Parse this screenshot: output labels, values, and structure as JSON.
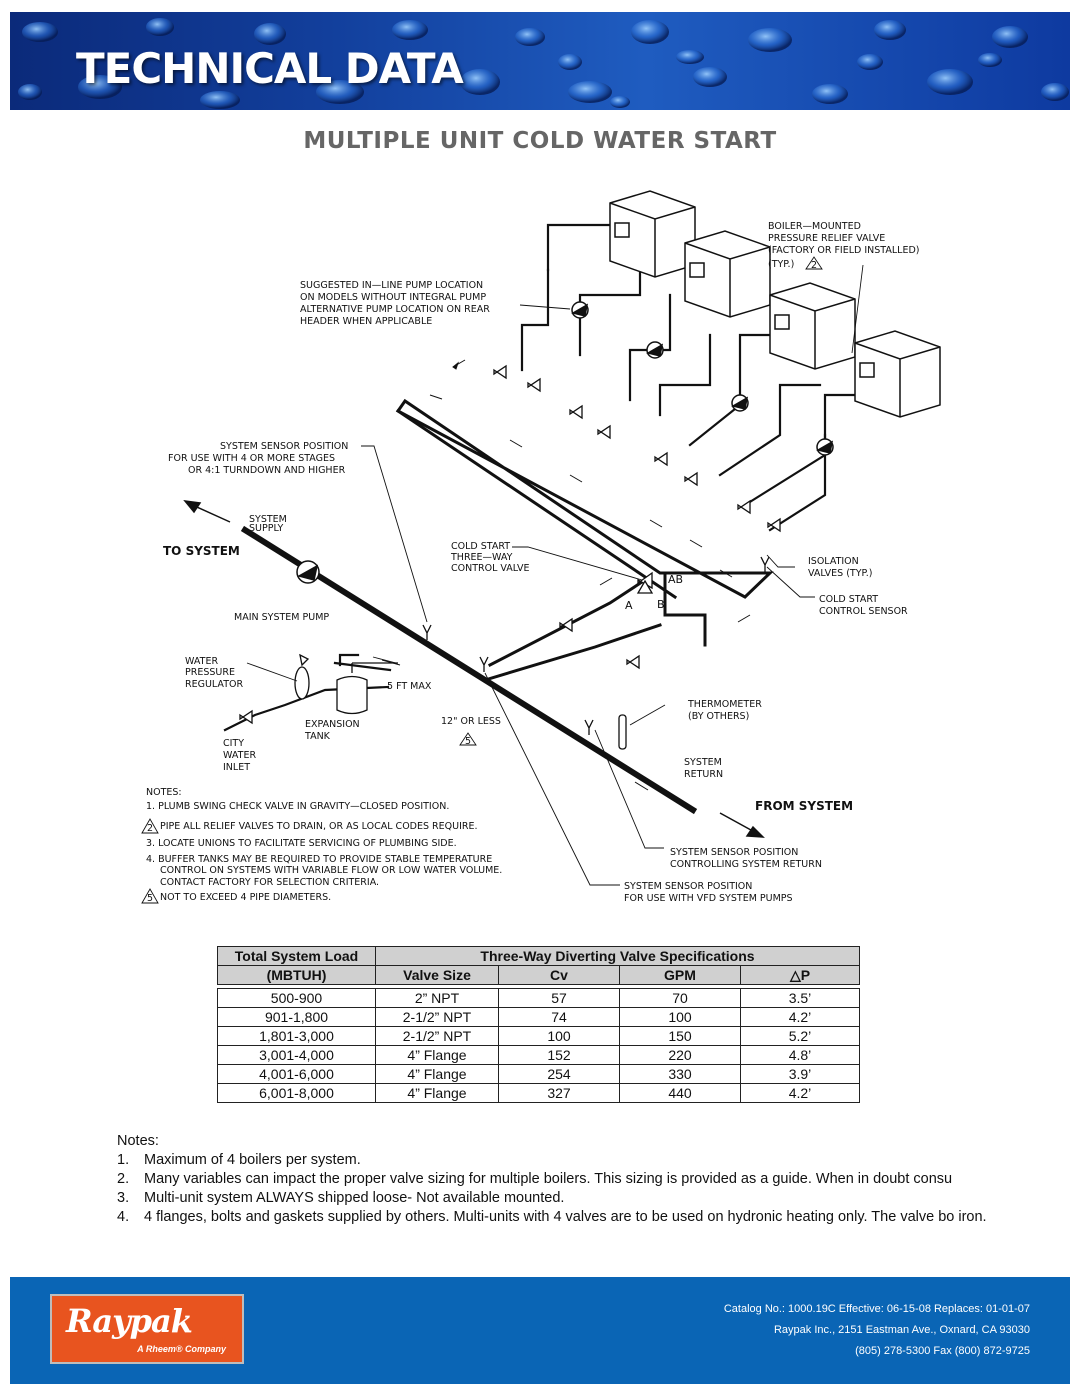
{
  "header": {
    "title": "TECHNICAL DATA"
  },
  "heading": "MULTIPLE UNIT COLD WATER START",
  "diagram": {
    "labels": {
      "relief_1": "BOILER—MOUNTED",
      "relief_2": "PRESSURE RELIEF VALVE",
      "relief_3": "(FACTORY OR FIELD INSTALLED)",
      "relief_4": "(TYP.)",
      "pump_1": "SUGGESTED IN—LINE PUMP LOCATION",
      "pump_2": "ON MODELS WITHOUT INTEGRAL PUMP",
      "pump_3": "ALTERNATIVE PUMP LOCATION ON REAR",
      "pump_4": "HEADER WHEN APPLICABLE",
      "sensor_1": "SYSTEM SENSOR POSITION",
      "sensor_2": "FOR USE WITH 4 OR MORE STAGES",
      "sensor_3": "OR 4:1 TURNDOWN AND HIGHER",
      "supply_1": "SYSTEM",
      "supply_2": "SUPPLY",
      "to_system": "TO SYSTEM",
      "cold_1": "COLD START",
      "cold_2": "THREE—WAY",
      "cold_3": "CONTROL VALVE",
      "ab": "AB",
      "a": "A",
      "b": "B",
      "iso_1": "ISOLATION",
      "iso_2": "VALVES (TYP.)",
      "cs_1": "COLD START",
      "cs_2": "CONTROL SENSOR",
      "main_pump": "MAIN SYSTEM PUMP",
      "wpr_1": "WATER",
      "wpr_2": "PRESSURE",
      "wpr_3": "REGULATOR",
      "ft_max": "5 FT MAX",
      "exp_1": "EXPANSION",
      "exp_2": "TANK",
      "twelve": "12\" OR LESS",
      "city_1": "CITY",
      "city_2": "WATER",
      "city_3": "INLET",
      "thermo_1": "THERMOMETER",
      "thermo_2": "(BY OTHERS)",
      "ret_1": "SYSTEM",
      "ret_2": "RETURN",
      "from_system": "FROM SYSTEM",
      "ssp_1": "SYSTEM SENSOR POSITION",
      "ssp_2": "CONTROLLING SYSTEM RETURN",
      "vfd_1": "SYSTEM SENSOR POSITION",
      "vfd_2": "FOR USE WITH VFD SYSTEM PUMPS"
    },
    "notes_title": "NOTES:",
    "notes": [
      "1. PLUMB SWING CHECK VALVE IN GRAVITY—CLOSED POSITION.",
      "PIPE ALL RELIEF VALVES TO DRAIN, OR AS LOCAL CODES REQUIRE.",
      "3. LOCATE UNIONS TO FACILITATE SERVICING OF PLUMBING SIDE.",
      "4. BUFFER TANKS MAY BE REQUIRED TO PROVIDE STABLE TEMPERATURE",
      "CONTROL ON SYSTEMS WITH VARIABLE FLOW OR LOW WATER VOLUME.",
      "CONTACT FACTORY FOR SELECTION CRITERIA.",
      "NOT TO EXCEED 4 PIPE DIAMETERS."
    ],
    "tri_2": "2",
    "tri_5": "5"
  },
  "table": {
    "group_left_1": "Total System Load",
    "group_left_2": "(MBTUH)",
    "group_right": "Three-Way Diverting Valve Specifications",
    "cols": [
      "Valve Size",
      "Cv",
      "GPM",
      "△P"
    ],
    "rows": [
      [
        "500-900",
        "2” NPT",
        "57",
        "70",
        "3.5’"
      ],
      [
        "901-1,800",
        "2-1/2” NPT",
        "74",
        "100",
        "4.2’"
      ],
      [
        "1,801-3,000",
        "2-1/2” NPT",
        "100",
        "150",
        "5.2’"
      ],
      [
        "3,001-4,000",
        "4” Flange",
        "152",
        "220",
        "4.8’"
      ],
      [
        "4,001-6,000",
        "4” Flange",
        "254",
        "330",
        "3.9’"
      ],
      [
        "6,001-8,000",
        "4” Flange",
        "327",
        "440",
        "4.2’"
      ]
    ]
  },
  "notes": {
    "title": "Notes:",
    "items": [
      {
        "num": "1.",
        "text": "Maximum of 4 boilers per system."
      },
      {
        "num": "2.",
        "text": "Many variables can impact the proper valve sizing for multiple boilers.  This sizing is provided as a guide.  When in doubt consu"
      },
      {
        "num": "3.",
        "text": "Multi-unit system ALWAYS shipped loose- Not available mounted."
      },
      {
        "num": "4.",
        "text": "4  flanges, bolts and gaskets supplied by others.  Multi-units with 4  valves are to be used on hydronic heating only.  The valve bo iron."
      }
    ]
  },
  "footer": {
    "brand": "Raypak",
    "tagline": "A Rheem® Company",
    "line1": "Catalog No.: 1000.19C   Effective: 06-15-08   Replaces: 01-01-07",
    "line2": "Raypak Inc., 2151 Eastman Ave., Oxnard, CA  93030",
    "line3": "(805) 278-5300 Fax (800) 872-9725"
  },
  "colors": {
    "banner": "#123f9c",
    "footer": "#0a65b5",
    "logo": "#e8541f",
    "table_header": "#d0d0d0"
  }
}
